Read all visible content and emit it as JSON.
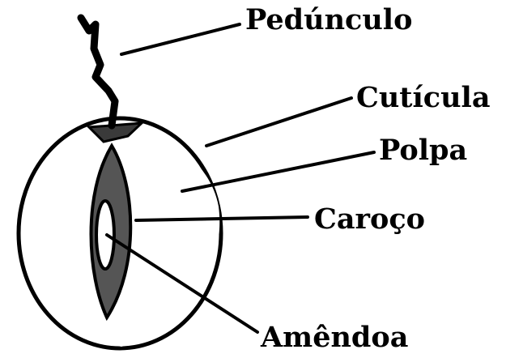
{
  "labels": {
    "peduncle": "Pedúnculo",
    "cuticle": "Cutícula",
    "pulp": "Polpa",
    "pit": "Caroço",
    "kernel": "Amêndoa"
  },
  "colors": {
    "ink": "#000000",
    "pulp_fill": "#ffffff",
    "pit_fill": "#555555",
    "stem_joint": "#3a3a3a"
  }
}
